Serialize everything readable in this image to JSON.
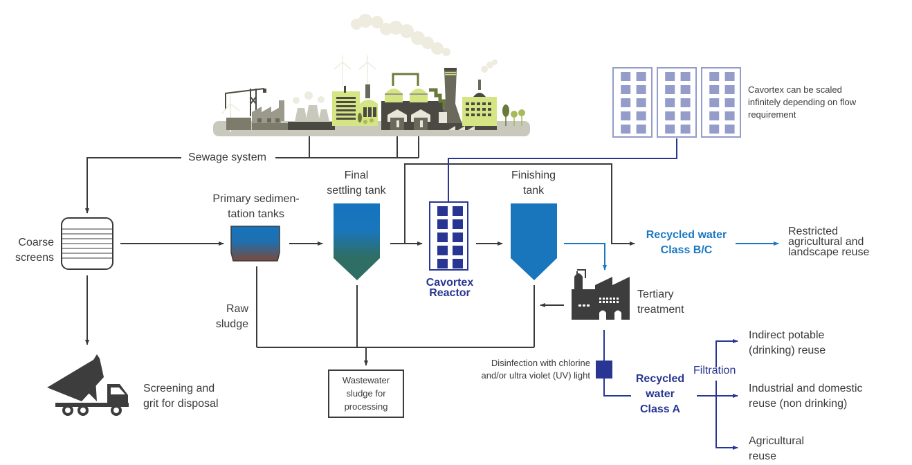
{
  "diagram": {
    "type": "wastewater treatment process flow",
    "colors": {
      "line": "#3a3a3a",
      "blue_flow": "#1a78c2",
      "navy_flow": "#283592",
      "reactor_light": "#949cc9",
      "city_green": "#d6e584",
      "city_dark": "#4a4a42",
      "city_gray": "#c8c8bc",
      "sludge_brown": "#7a4a3a",
      "settling_teal": "#2e6e64"
    },
    "labels": {
      "sewage_system": "Sewage system",
      "coarse_screens": [
        "Coarse",
        "screens"
      ],
      "primary_sedimentation": [
        "Primary sedimen-",
        "tation tanks"
      ],
      "final_settling": [
        "Final",
        "settling tank"
      ],
      "finishing_tank": [
        "Finishing",
        "tank"
      ],
      "cavortex_reactor": [
        "Cavortex",
        "Reactor"
      ],
      "cavortex_note": [
        "Cavortex can be scaled",
        "infinitely depending on flow",
        "requirement"
      ],
      "recycled_bc": [
        "Recycled water",
        "Class B/C"
      ],
      "restricted_reuse": [
        "Restricted",
        "agricultural and",
        "landscape reuse"
      ],
      "tertiary_treatment": [
        "Tertiary",
        "treatment"
      ],
      "raw_sludge": [
        "Raw",
        "sludge"
      ],
      "wastewater_sludge": [
        "Wastewater",
        "sludge for",
        "processing"
      ],
      "screening_grit": [
        "Screening and",
        "grit for disposal"
      ],
      "disinfection": [
        "Disinfection with chlorine",
        "and/or ultra violet (UV) light"
      ],
      "recycled_a": [
        "Recycled",
        "water",
        "Class A"
      ],
      "filtration": "Filtration",
      "indirect_potable": [
        "Indirect potable",
        "(drinking) reuse"
      ],
      "industrial_domestic": [
        "Industrial and domestic",
        "reuse (non drinking)"
      ],
      "agricultural": [
        "Agricultural",
        "reuse"
      ]
    },
    "icons": {
      "city": "city-skyline-icon",
      "screen": "coarse-screen-icon",
      "truck": "dump-truck-icon",
      "factory": "factory-icon",
      "reactor": "cavortex-reactor-icon",
      "disinfection": "disinfection-unit-icon"
    }
  }
}
